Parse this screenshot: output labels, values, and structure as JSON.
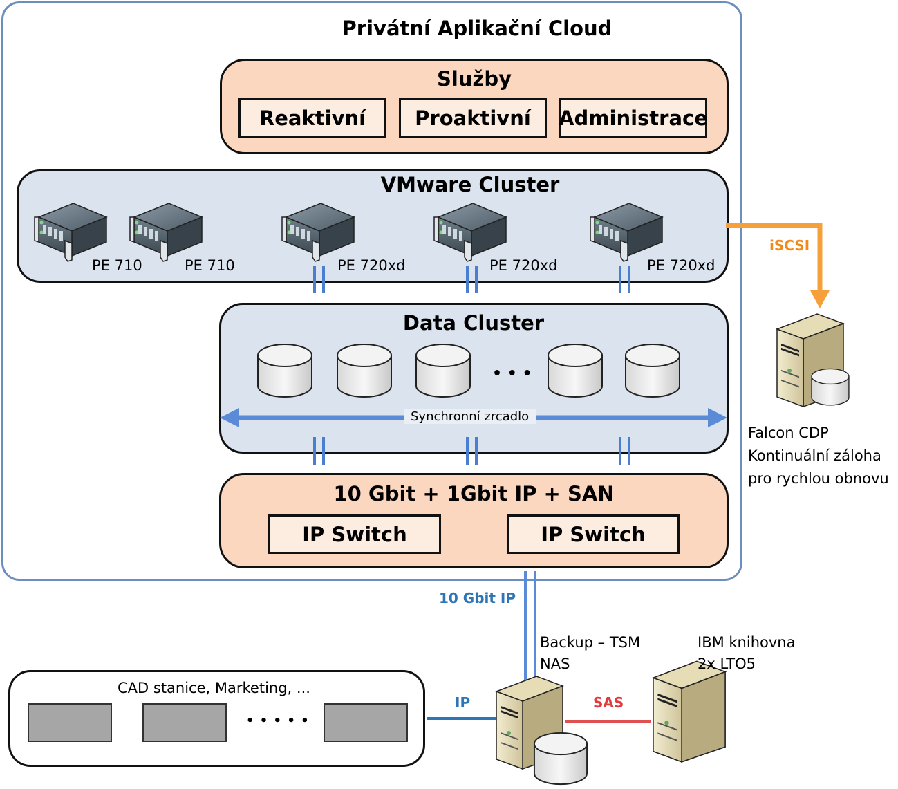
{
  "cloud": {
    "title": "Privátní Aplikační Cloud"
  },
  "services": {
    "title": "Služby",
    "items": [
      "Reaktivní",
      "Proaktivní",
      "Administrace"
    ]
  },
  "vmware": {
    "title": "VMware Cluster",
    "servers": [
      "PE 710",
      "PE 710",
      "PE 720xd",
      "PE 720xd",
      "PE 720xd"
    ]
  },
  "data_cluster": {
    "title": "Data Cluster",
    "ellipsis": "• • •",
    "mirror_label": "Synchronní zrcadlo"
  },
  "network": {
    "title": "10 Gbit + 1Gbit IP + SAN",
    "switches": [
      "IP Switch",
      "IP Switch"
    ]
  },
  "links": {
    "iscsi": "iSCSI",
    "ten_gbit_ip": "10 Gbit IP",
    "ip": "IP",
    "sas": "SAS"
  },
  "falcon": {
    "text": "Falcon CDP\nKontinuální záloha\npro rychlou obnovu"
  },
  "backup": {
    "text": "Backup – TSM\nNAS"
  },
  "ibm": {
    "text": "IBM knihovna\n2x LTO5"
  },
  "workstations": {
    "title": "CAD stanice, Marketing, ...",
    "ellipsis": "• • • • •"
  },
  "colors": {
    "cloud_border": "#6c8ebf",
    "peach": "#fbd7bf",
    "cluster_blue": "#dbe3ee",
    "link_blue": "#5b8bd6",
    "ip_blue": "#2e75b6",
    "iscsi_orange": "#f5a03a",
    "sas_red": "#e05050"
  }
}
